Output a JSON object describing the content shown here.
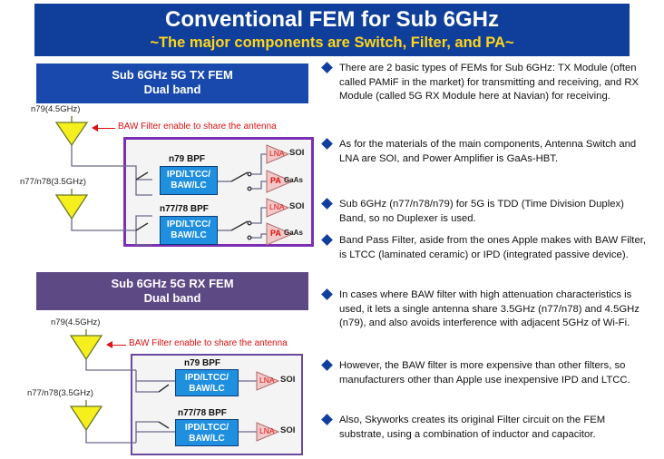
{
  "header": {
    "title": "Conventional FEM for Sub 6GHz",
    "subtitle": "~The major components are Switch, Filter, and PA~"
  },
  "tx_panel": {
    "title_line1": "Sub 6GHz 5G TX FEM",
    "title_line2": "Dual band",
    "ant1_label": "n79(4.5GHz)",
    "ant2_label": "n77/n78(3.5GHz)",
    "baw_note": "BAW Filter enable to share the antenna",
    "bpf1_label": "n79 BPF",
    "bpf2_label": "n77/78 BPF",
    "filter_text_l1": "IPD/LTCC/",
    "filter_text_l2": "BAW/LC",
    "lna_label": "LNA",
    "soi_label": "SOI",
    "pa_label": "PA",
    "gaas_label": "GaAs"
  },
  "rx_panel": {
    "title_line1": "Sub 6GHz 5G RX FEM",
    "title_line2": "Dual band",
    "ant1_label": "n79(4.5GHz)",
    "ant2_label": "n77/n78(3.5GHz)",
    "baw_note": "BAW Filter enable to share the antenna",
    "bpf1_label": "n79 BPF",
    "bpf2_label": "n77/78 BPF",
    "filter_text_l1": "IPD/LTCC/",
    "filter_text_l2": "BAW/LC",
    "lna_label": "LNA",
    "soi_label": "SOI"
  },
  "bullets": [
    "There are 2 basic types of FEMs for Sub 6GHz: TX Module (often called PAMiF in the market) for transmitting and receiving, and RX Module (called 5G RX Module here at Navian) for receiving.",
    "As for the materials of the main components, Antenna Switch and LNA are SOI, and Power Amplifier is GaAs-HBT.",
    "Sub 6GHz (n77/n78/n79) for 5G is TDD (Time Division Duplex) Band, so no Duplexer is used.",
    "Band Pass Filter, aside from the ones Apple makes with BAW Filter, is LTCC (laminated ceramic) or IPD (integrated passive device).",
    "In cases where BAW filter with high attenuation characteristics is used, it lets a single antenna share 3.5GHz (n77/n78) and 4.5GHz (n79), and also avoids interference with adjacent 5GHz of Wi-Fi.",
    "However, the BAW filter is more expensive than other filters, so manufacturers other than Apple use inexpensive IPD and LTCC.",
    "Also, Skyworks creates its original Filter circuit on the FEM substrate, using a combination of inductor and capacitor."
  ],
  "colors": {
    "header_bg": "#0f3f9a",
    "subtitle": "#ffd51a",
    "tx_title_bg": "#1a49ad",
    "rx_title_bg": "#5d4a85",
    "module_border": "#7b2fb5",
    "filter_fill": "#1f8fe0",
    "antenna": "#f5ef1e",
    "annotation": "#e01010"
  }
}
